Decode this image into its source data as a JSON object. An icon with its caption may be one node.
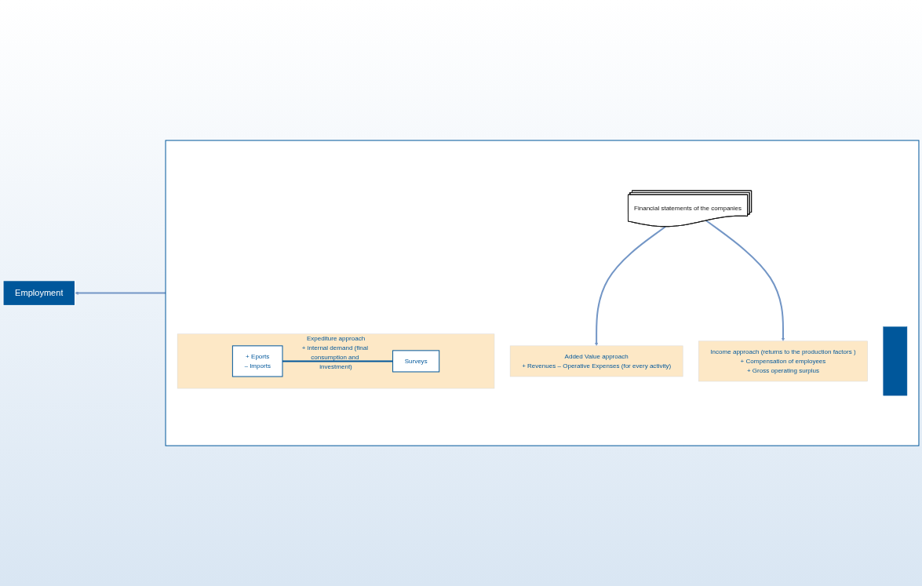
{
  "diagram": {
    "nodes": [
      {
        "text": [],
        "shape": "box"
      },
      {
        "text": [],
        "shape": "bar",
        "in": 0
      },
      {
        "text": [
          "Expediture approach",
          "+ internal demand (final consumption and investment)"
        ],
        "in": 0
      },
      {
        "text": [
          "+ Eports",
          "– Imports"
        ],
        "in": 2
      },
      {
        "text": [
          "Surveys"
        ],
        "in": 2
      },
      {
        "text": [
          "Added Value approach",
          "+ Revenues – Operative Expenses (for every activity)"
        ],
        "in": 0
      },
      {
        "text": [
          "Income approach (returns to the production factors )",
          "+ Compensation of employees",
          "+ Gross operating surplus"
        ],
        "in": 0
      },
      {
        "text": [
          "Financial statements of the companies"
        ],
        "in": 0
      },
      {
        "text": [
          "Employment"
        ]
      }
    ],
    "edges": [
      {
        "from": 3,
        "to": 4,
        "arrow": "none",
        "color": "#00579b"
      },
      {
        "from": 7,
        "to": 5,
        "arrow": "to"
      },
      {
        "from": 7,
        "to": 6,
        "arrow": "to"
      },
      {
        "from": 0,
        "to": 8,
        "arrow": "to"
      }
    ]
  }
}
